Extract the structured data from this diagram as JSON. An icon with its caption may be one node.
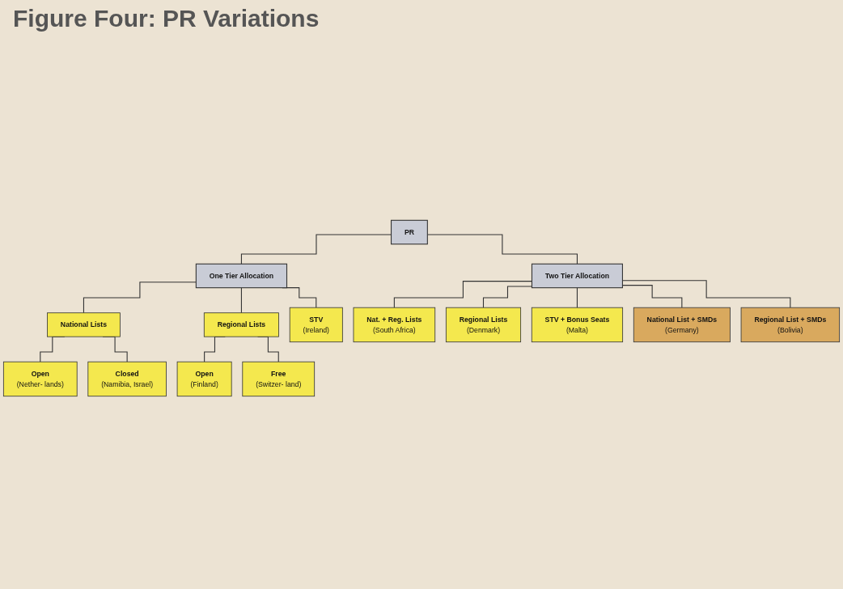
{
  "diagram": {
    "title": "Figure Four: PR Variations",
    "nodes": [
      {
        "text": [
          "PR"
        ]
      },
      {
        "text": [
          "One Tier Allocation"
        ]
      },
      {
        "text": [
          "Two Tier Allocation"
        ]
      },
      {
        "text": [
          "National Lists"
        ]
      },
      {
        "text": [
          "Regional Lists"
        ]
      },
      {
        "text": [
          "STV",
          "(Ireland)"
        ]
      },
      {
        "text": [
          "Nat. + Reg. Lists",
          "(South Africa)"
        ]
      },
      {
        "text": [
          "Regional Lists",
          "(Denmark)"
        ]
      },
      {
        "text": [
          "STV + Bonus Seats",
          "(Malta)"
        ]
      },
      {
        "text": [
          "Open",
          "(Nether- lands)"
        ]
      },
      {
        "text": [
          "Open",
          "(Finland)"
        ]
      },
      {
        "text": [
          "National List + SMDs",
          "(Germany)"
        ]
      },
      {
        "text": [
          "Regional List + SMDs",
          "(Bolivia)"
        ]
      },
      {
        "text": [
          "Closed",
          "(Namibia, Israel)"
        ]
      },
      {
        "text": [
          "Free",
          "(Switzer- land)"
        ]
      }
    ],
    "edges": [
      {
        "from": 0,
        "to": 1,
        "arrow": "none"
      },
      {
        "from": 0,
        "to": 2,
        "arrow": "none"
      },
      {
        "from": 1,
        "to": 3,
        "arrow": "none"
      },
      {
        "from": 1,
        "to": 4,
        "arrow": "none"
      },
      {
        "from": 1,
        "to": 5,
        "arrow": "none"
      },
      {
        "from": 2,
        "to": 6,
        "arrow": "none"
      },
      {
        "from": 2,
        "to": 11,
        "arrow": "none"
      },
      {
        "from": 2,
        "to": 7,
        "arrow": "none"
      },
      {
        "from": 2,
        "to": 12,
        "arrow": "none"
      },
      {
        "from": 2,
        "to": 8,
        "arrow": "none"
      },
      {
        "from": 3,
        "to": 9,
        "arrow": "none"
      },
      {
        "from": 3,
        "to": 13,
        "arrow": "none"
      },
      {
        "from": 4,
        "to": 10,
        "arrow": "none"
      },
      {
        "from": 4,
        "to": 14,
        "arrow": "none"
      }
    ]
  }
}
